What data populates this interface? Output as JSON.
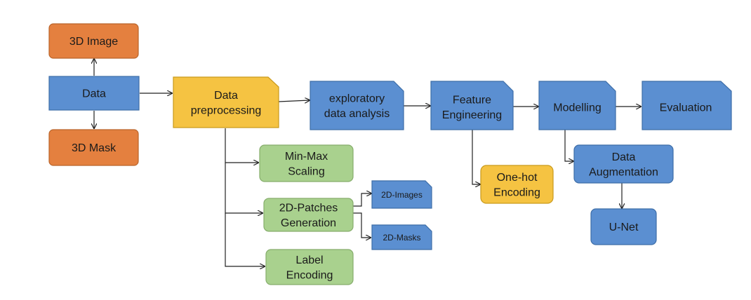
{
  "colors": {
    "orange_fill": "#e4803f",
    "orange_stroke": "#b9642a",
    "blue_fill": "#5b8fd1",
    "blue_stroke": "#3e6ea8",
    "yellow_fill": "#f5c342",
    "yellow_stroke": "#c99a1c",
    "green_fill": "#a9d18e",
    "green_stroke": "#86ad6c",
    "line": "#222222"
  },
  "nodes": {
    "image_3d": {
      "lines": [
        "3D Image"
      ]
    },
    "data": {
      "lines": [
        "Data"
      ]
    },
    "mask_3d": {
      "lines": [
        "3D Mask"
      ]
    },
    "preprocessing": {
      "lines": [
        "Data",
        "preprocessing"
      ]
    },
    "eda": {
      "lines": [
        "exploratory",
        "data analysis"
      ]
    },
    "feature_eng": {
      "lines": [
        "Feature",
        "Engineering"
      ]
    },
    "modelling": {
      "lines": [
        "Modelling"
      ]
    },
    "evaluation": {
      "lines": [
        "Evaluation"
      ]
    },
    "minmax": {
      "lines": [
        "Min-Max",
        "Scaling"
      ]
    },
    "patches": {
      "lines": [
        "2D-Patches",
        "Generation"
      ]
    },
    "label_enc": {
      "lines": [
        "Label",
        "Encoding"
      ]
    },
    "images_2d": {
      "lines": [
        "2D-Images"
      ]
    },
    "masks_2d": {
      "lines": [
        "2D-Masks"
      ]
    },
    "onehot": {
      "lines": [
        "One-hot",
        "Encoding"
      ]
    },
    "augmentation": {
      "lines": [
        "Data",
        "Augmentation"
      ]
    },
    "unet": {
      "lines": [
        "U-Net"
      ]
    }
  }
}
